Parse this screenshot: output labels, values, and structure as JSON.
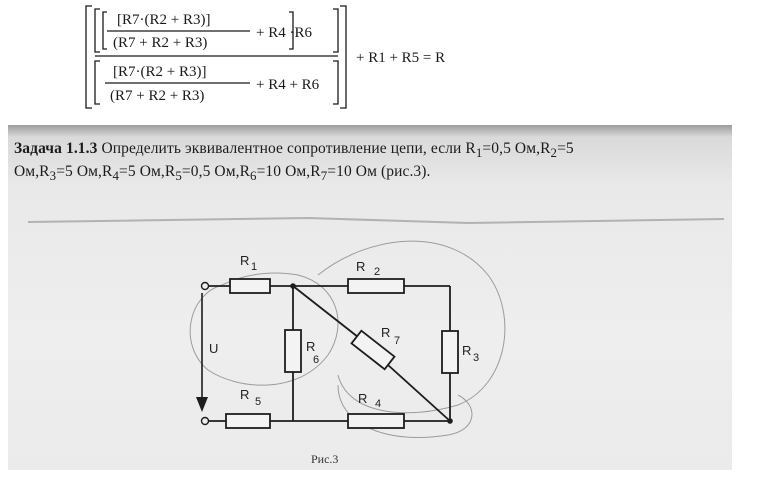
{
  "formula": {
    "numerator_frac_top": "[R7·(R2 + R3)]",
    "numerator_frac_bottom": "(R7 + R2 + R3)",
    "numerator_tail": "+ R4 ·R6",
    "denominator_frac_top": "[R7·(R2 + R3)]",
    "denominator_frac_bottom": "(R7 + R2 + R3)",
    "denominator_tail": "+ R4 + R6",
    "result": "+ R1 + R5 = R"
  },
  "task": {
    "title": "Задача 1.1.3",
    "line1_parts": [
      " Определить эквивалентное сопротивление цепи, если R",
      "1",
      "=0,5 Ом,R",
      "2",
      "=5"
    ],
    "line2_parts": [
      "Ом,R",
      "3",
      "=5 Ом,R",
      "4",
      "=5 Ом,R",
      "5",
      "=0,5 Ом,R",
      "6",
      "=10 Ом,R",
      "7",
      "=10 Ом (рис.3)."
    ]
  },
  "circuit": {
    "labels": {
      "r1": "R",
      "r1_sub": "1",
      "r2": "R",
      "r2_sub": "2",
      "r3": "R",
      "r3_sub": "3",
      "r4": "R",
      "r4_sub": "4",
      "r5": "R",
      "r5_sub": "5",
      "r6": "R",
      "r6_sub": "6",
      "r7": "R",
      "r7_sub": "7",
      "voltage": "U"
    },
    "caption": "Рис.3"
  }
}
